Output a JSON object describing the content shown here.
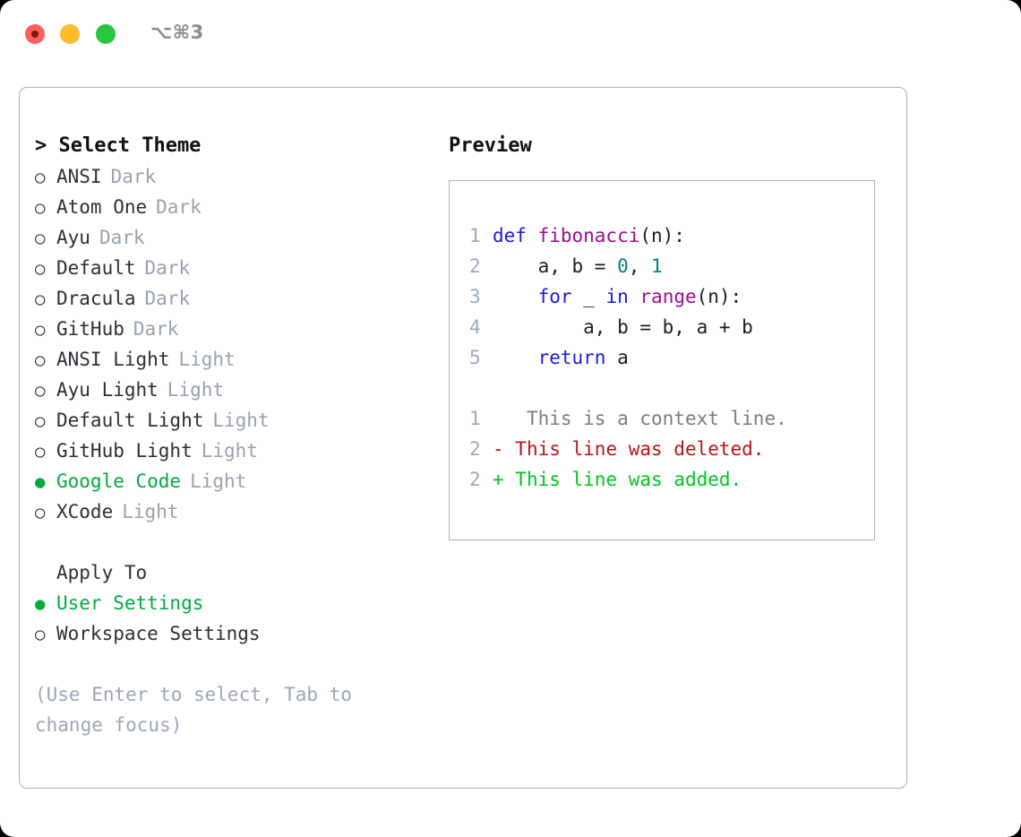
{
  "window": {
    "shortcut": "⌥⌘3",
    "traffic_lights": [
      "close",
      "minimize",
      "maximize"
    ]
  },
  "theme_list": {
    "header": "> Select Theme",
    "items": [
      {
        "bullet": "○",
        "name": "ANSI",
        "badge": "Dark",
        "selected": false
      },
      {
        "bullet": "○",
        "name": "Atom One",
        "badge": "Dark",
        "selected": false
      },
      {
        "bullet": "○",
        "name": "Ayu",
        "badge": "Dark",
        "selected": false
      },
      {
        "bullet": "○",
        "name": "Default",
        "badge": "Dark",
        "selected": false
      },
      {
        "bullet": "○",
        "name": "Dracula",
        "badge": "Dark",
        "selected": false
      },
      {
        "bullet": "○",
        "name": "GitHub",
        "badge": "Dark",
        "selected": false
      },
      {
        "bullet": "○",
        "name": "ANSI Light",
        "badge": "Light",
        "selected": false
      },
      {
        "bullet": "○",
        "name": "Ayu Light",
        "badge": "Light",
        "selected": false
      },
      {
        "bullet": "○",
        "name": "Default Light",
        "badge": "Light",
        "selected": false
      },
      {
        "bullet": "○",
        "name": "GitHub Light",
        "badge": "Light",
        "selected": false
      },
      {
        "bullet": "●",
        "name": "Google Code",
        "badge": "Light",
        "selected": true
      },
      {
        "bullet": "○",
        "name": "XCode",
        "badge": "Light",
        "selected": false
      }
    ]
  },
  "apply_to": {
    "header": "Apply To",
    "items": [
      {
        "bullet": "●",
        "name": "User Settings",
        "selected": true
      },
      {
        "bullet": "○",
        "name": "Workspace Settings",
        "selected": false
      }
    ]
  },
  "hint": "(Use Enter to select, Tab to change focus)",
  "preview": {
    "title": "Preview",
    "code_lines": [
      {
        "ln": "1",
        "tokens": [
          {
            "t": "def ",
            "c": "kw"
          },
          {
            "t": "fibonacci",
            "c": "fn"
          },
          {
            "t": "(n):",
            "c": "code-text"
          }
        ]
      },
      {
        "ln": "2",
        "tokens": [
          {
            "t": "    a, b = ",
            "c": "code-text"
          },
          {
            "t": "0",
            "c": "num"
          },
          {
            "t": ", ",
            "c": "code-text"
          },
          {
            "t": "1",
            "c": "num"
          }
        ]
      },
      {
        "ln": "3",
        "tokens": [
          {
            "t": "    ",
            "c": "code-text"
          },
          {
            "t": "for",
            "c": "kw"
          },
          {
            "t": " _ ",
            "c": "code-text"
          },
          {
            "t": "in",
            "c": "kw"
          },
          {
            "t": " ",
            "c": "code-text"
          },
          {
            "t": "range",
            "c": "fn"
          },
          {
            "t": "(n):",
            "c": "code-text"
          }
        ]
      },
      {
        "ln": "4",
        "tokens": [
          {
            "t": "        a, b = b, a + b",
            "c": "code-text"
          }
        ]
      },
      {
        "ln": "5",
        "tokens": [
          {
            "t": "    ",
            "c": "code-text"
          },
          {
            "t": "return",
            "c": "kw"
          },
          {
            "t": " a",
            "c": "code-text"
          }
        ]
      }
    ],
    "diff_lines": [
      {
        "ln": "1",
        "marker": " ",
        "text": "  This is a context line.",
        "kind": "ctx"
      },
      {
        "ln": "2",
        "marker": "-",
        "text": " This line was deleted.",
        "kind": "del"
      },
      {
        "ln": "2",
        "marker": "+",
        "text": " This line was added.",
        "kind": "add"
      }
    ]
  },
  "colors": {
    "accent_green": "#00ab3f",
    "badge_gray": "#96a1b1",
    "border": "#a7b2c2",
    "keyword_blue": "#1a1ae0",
    "function_magenta": "#9e0d8f",
    "number_teal": "#00827f",
    "diff_delete_red": "#b81414",
    "diff_add_green": "#00c41e",
    "line_number": "#9ba8bd"
  }
}
